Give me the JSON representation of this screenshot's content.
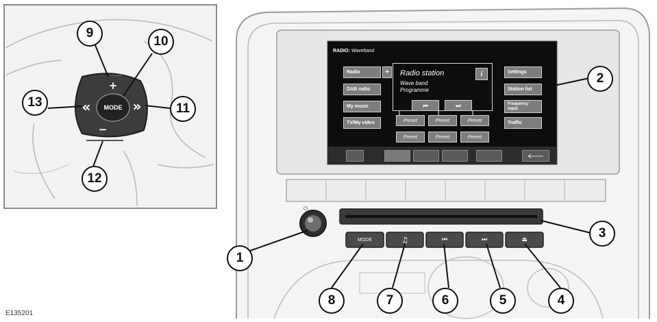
{
  "figure_ref": "E135201",
  "screen": {
    "title_prefix": "RADIO:",
    "title_suffix": "Waveband",
    "left_menu": [
      "Radio",
      "DAB radio",
      "My music",
      "TV/My video"
    ],
    "plus_symbol": "+",
    "info_symbol": "i",
    "station_box": {
      "title": "Radio station",
      "line1": "Wave band",
      "line2": "Programme"
    },
    "seek_back": "⏮",
    "seek_fwd": "⏭",
    "presets": [
      "Preset",
      "Preset",
      "Preset",
      "Preset",
      "Preset",
      "Preset"
    ],
    "right_menu": [
      "Settings",
      "Station list",
      "Frequency input",
      "Traffic"
    ]
  },
  "console": {
    "mode_label": "MODE",
    "music_glyph": "♫",
    "seek_back_glyph": "⏮",
    "seek_fwd_glyph": "⏭",
    "eject_glyph": "⏏",
    "power_glyph": "⏻"
  },
  "steering": {
    "mode_label": "MODE",
    "plus": "+",
    "minus": "−",
    "left": "«",
    "right": "»"
  },
  "callouts": [
    "1",
    "2",
    "3",
    "4",
    "5",
    "6",
    "7",
    "8",
    "9",
    "10",
    "11",
    "12",
    "13"
  ]
}
